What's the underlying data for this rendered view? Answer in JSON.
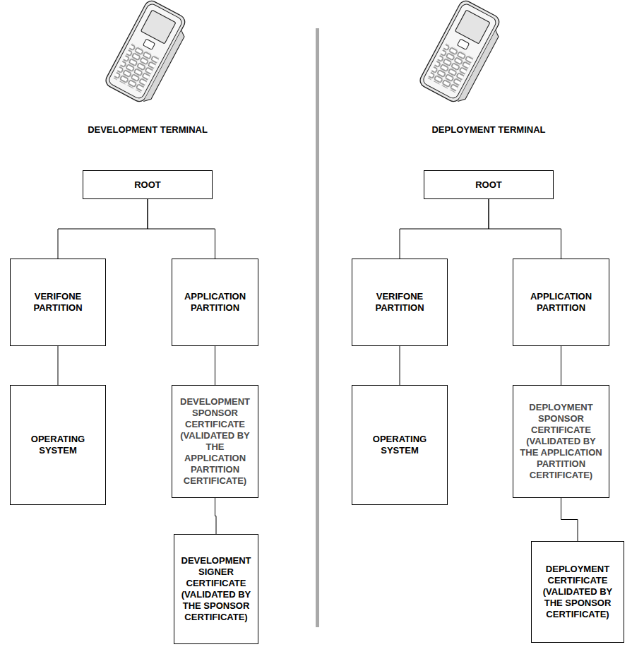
{
  "diagram": {
    "nodes": [
      {
        "text": [
          "ROOT"
        ]
      },
      {
        "text": [
          "VERIFONE PARTITION"
        ]
      },
      {
        "text": [
          "APPLICATION PARTITION"
        ]
      },
      {
        "text": [
          "OPERATING SYSTEM"
        ]
      },
      {
        "text": [
          "DEVELOPMENT SPONSOR CERTIFICATE (VALIDATED BY THE APPLICATION PARTITION CERTIFICATE)"
        ]
      },
      {
        "text": [
          "DEVELOPMENT SIGNER CERTIFICATE (VALIDATED BY THE SPONSOR CERTIFICATE)"
        ]
      },
      {
        "text": [
          "ROOT"
        ]
      },
      {
        "text": [
          "VERIFONE PARTITION"
        ]
      },
      {
        "text": [
          "APPLICATION PARTITION"
        ]
      },
      {
        "text": [
          "OPERATING SYSTEM"
        ]
      },
      {
        "text": [
          "DEPLOYMENT SPONSOR CERTIFICATE (VALIDATED BY THE APPLICATION PARTITION CERTIFICATE)"
        ]
      },
      {
        "text": [
          "DEPLOYMENT CERTIFICATE (VALIDATED BY THE SPONSOR CERTIFICATE)"
        ]
      }
    ],
    "edges": [
      {
        "from": 0,
        "to": 1,
        "arrow": "none"
      },
      {
        "from": 0,
        "to": 2,
        "arrow": "none"
      },
      {
        "from": 1,
        "to": 3,
        "arrow": "none"
      },
      {
        "from": 2,
        "to": 4,
        "arrow": "none"
      },
      {
        "from": 4,
        "to": 5,
        "arrow": "none"
      },
      {
        "from": 6,
        "to": 7,
        "arrow": "none"
      },
      {
        "from": 6,
        "to": 8,
        "arrow": "none"
      },
      {
        "from": 7,
        "to": 9,
        "arrow": "none"
      },
      {
        "from": 8,
        "to": 10,
        "arrow": "none"
      },
      {
        "from": 10,
        "to": 11,
        "arrow": "none"
      }
    ],
    "labels": [
      "DEVELOPMENT TERMINAL",
      "DEPLOYMENT TERMINAL"
    ]
  }
}
